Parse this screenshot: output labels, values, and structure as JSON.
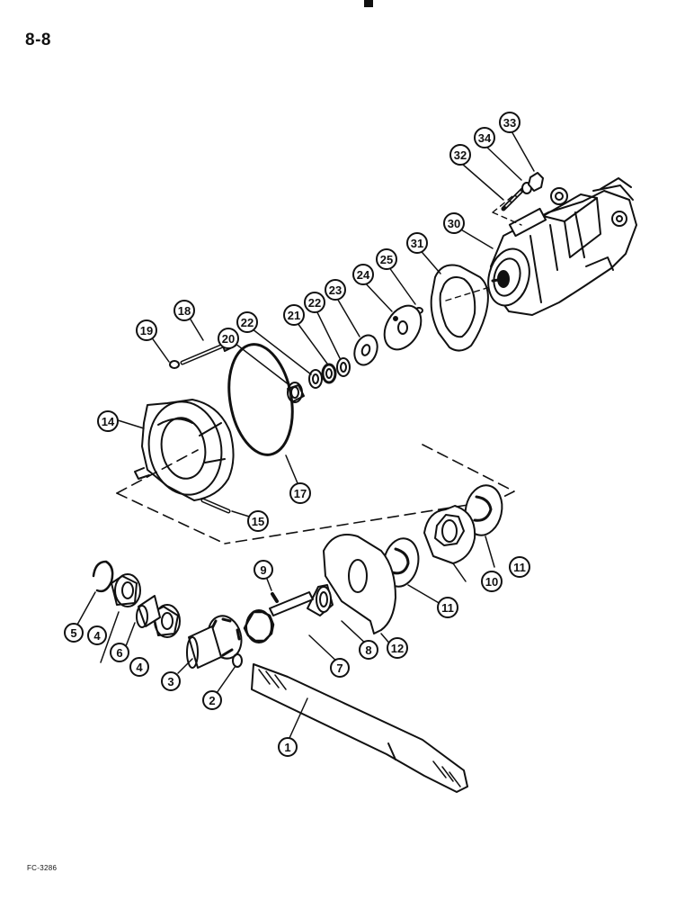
{
  "page": {
    "number": "8-8",
    "figure_code": "FC-3286"
  },
  "callouts": {
    "c1": "1",
    "c2": "2",
    "c3": "3",
    "c4a": "4",
    "c4b": "4",
    "c5": "5",
    "c6": "6",
    "c7": "7",
    "c8": "8",
    "c9": "9",
    "c10": "10",
    "c11a": "11",
    "c11b": "11",
    "c12": "12",
    "c14": "14",
    "c15": "15",
    "c17": "17",
    "c18": "18",
    "c19": "19",
    "c20": "20",
    "c21": "21",
    "c22a": "22",
    "c22b": "22",
    "c23": "23",
    "c24": "24",
    "c25": "25",
    "c30": "30",
    "c31": "31",
    "c32": "32",
    "c33": "33",
    "c34": "34"
  }
}
